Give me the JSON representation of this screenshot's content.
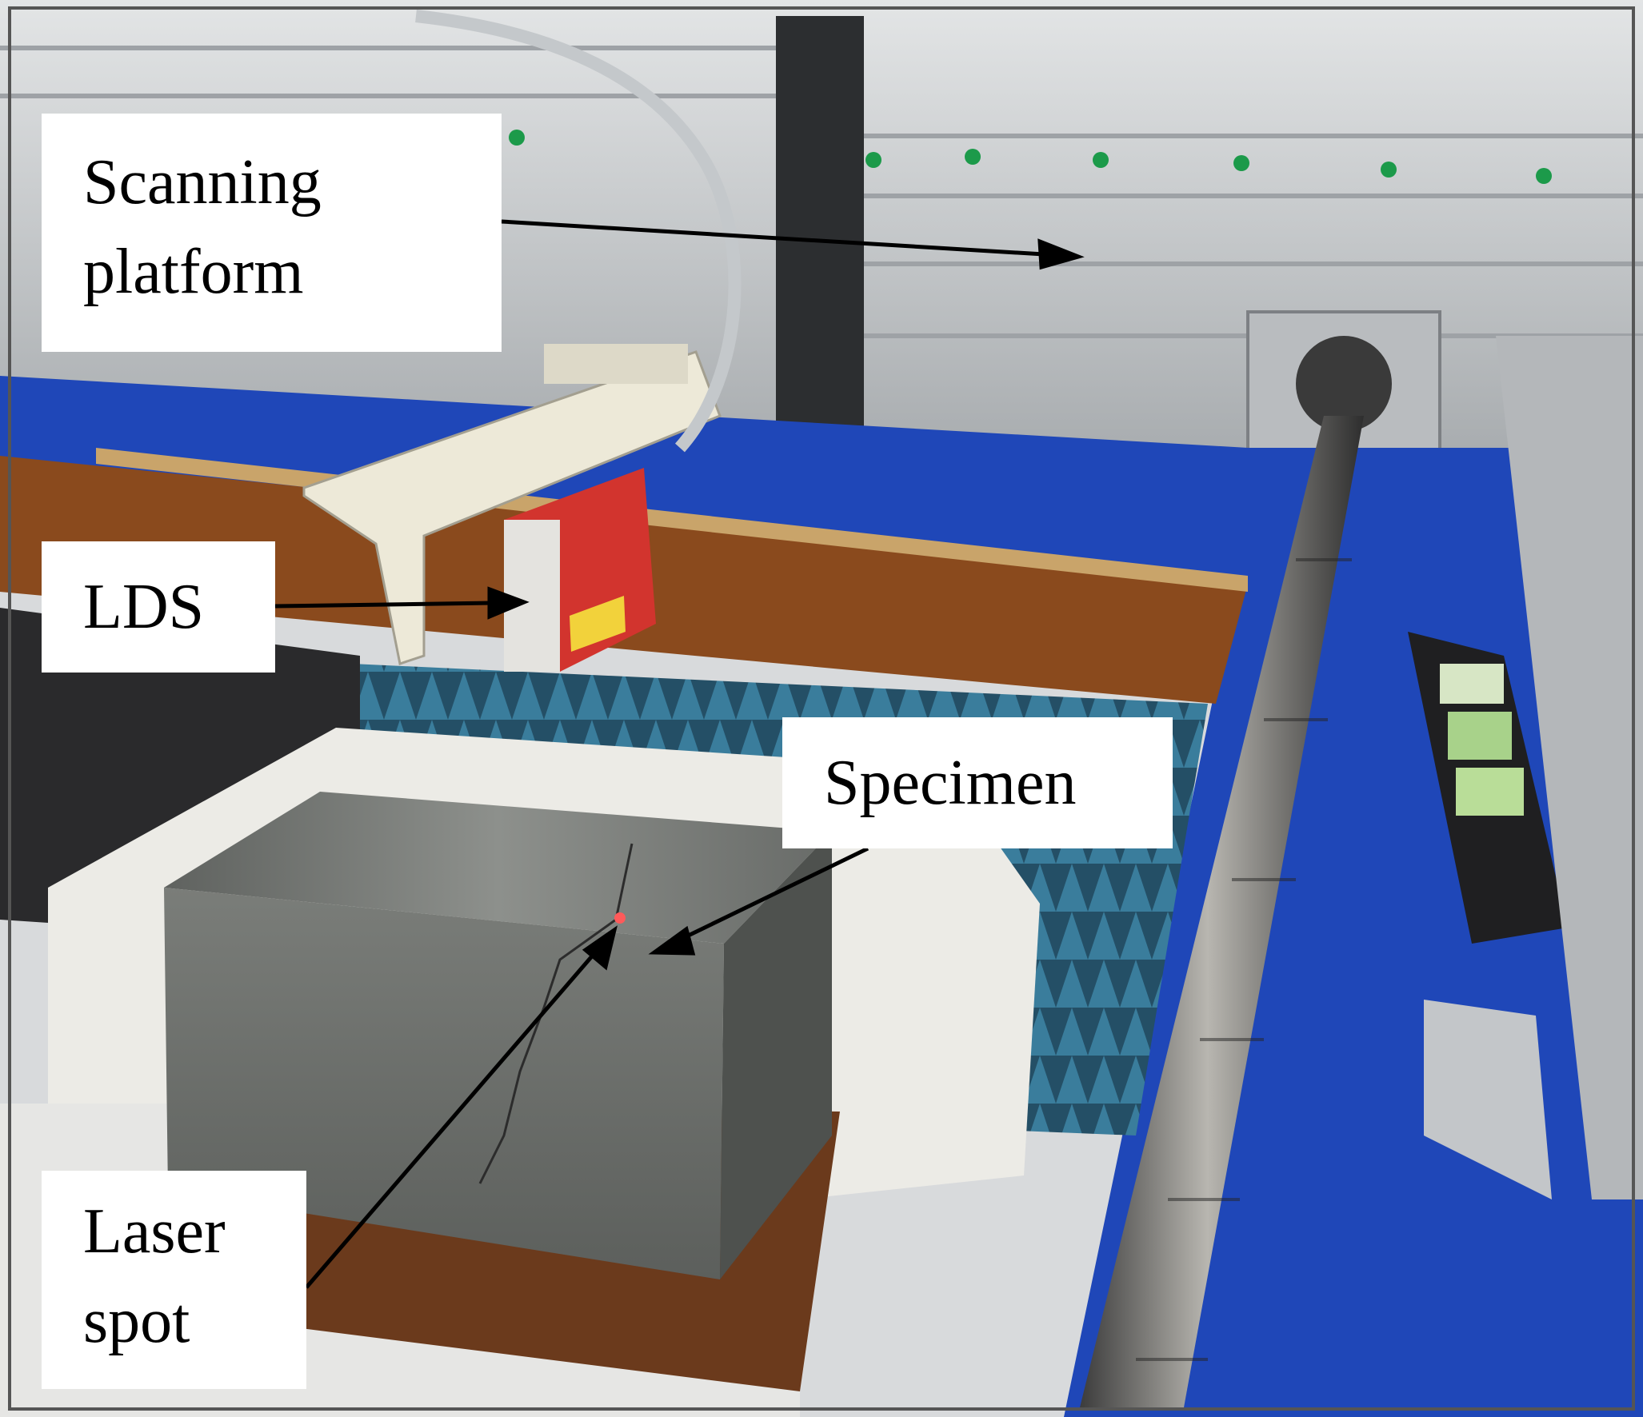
{
  "labels": {
    "scanning_platform": [
      "Scanning",
      "platform"
    ],
    "lds": "LDS",
    "specimen": "Specimen",
    "laser_spot": [
      "Laser",
      "spot"
    ]
  },
  "colors": {
    "table_blue": "#1f47b8",
    "sensor_red": "#d2342e",
    "concrete_gray": "#6f7370",
    "frame_aluminum": "#c9ccce",
    "foam_white": "#ecebe6",
    "absorber_teal": "#2f6a86",
    "wood_brown": "#8a4a1d"
  }
}
